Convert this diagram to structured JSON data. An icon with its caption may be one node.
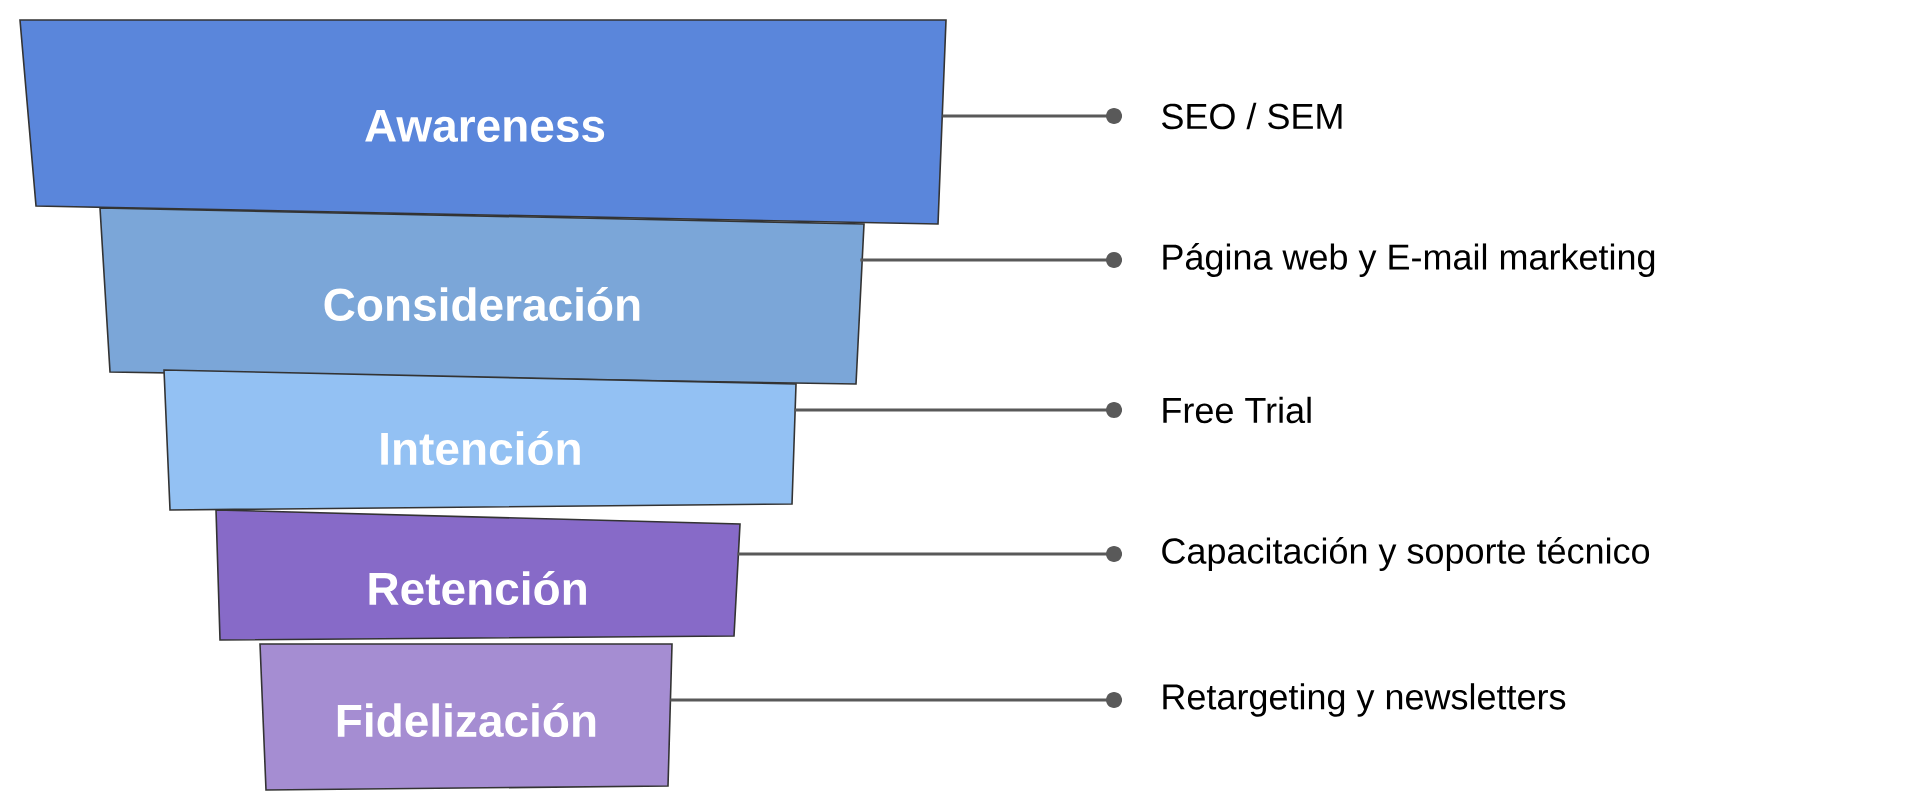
{
  "diagram": {
    "nodes": [
      {
        "text": [
          "Awareness"
        ]
      },
      {
        "text": [
          "Consideración"
        ]
      },
      {
        "text": [
          "Intención"
        ]
      },
      {
        "text": [
          "Retención"
        ]
      },
      {
        "text": [
          "Fidelización"
        ]
      },
      {
        "text": [
          "SEO / SEM"
        ]
      },
      {
        "text": [
          "Página web y E-mail marketing"
        ]
      },
      {
        "text": [
          "Free Trial"
        ]
      },
      {
        "text": [
          "Capacitación y soporte técnico"
        ]
      },
      {
        "text": [
          "Retargeting y newsletters"
        ]
      }
    ],
    "edges": [
      {
        "from": 0,
        "to": 5,
        "arrow": "other"
      },
      {
        "from": 1,
        "to": 6,
        "arrow": "other"
      },
      {
        "from": 2,
        "to": 7,
        "arrow": "other"
      },
      {
        "from": 3,
        "to": 8,
        "arrow": "other"
      },
      {
        "from": 4,
        "to": 9,
        "arrow": "other"
      }
    ]
  }
}
